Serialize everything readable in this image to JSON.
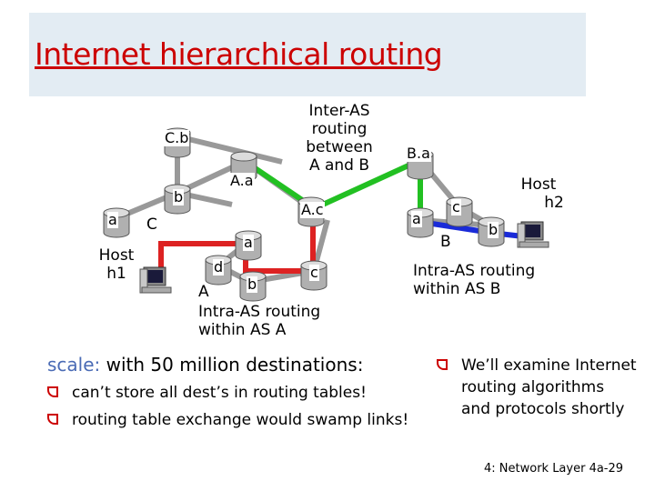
{
  "title": "Internet hierarchical routing",
  "routers": {
    "cb": "C.b",
    "aa": "A.a",
    "b": "b",
    "ac": "A.c",
    "a_left": "a",
    "a_as_a": "a",
    "d": "d",
    "b_as_a": "b",
    "c_as_a": "c",
    "ba": "B.a",
    "a_as_b": "a",
    "c_as_b": "c",
    "b_as_b": "b"
  },
  "labels": {
    "inter_as": [
      "Inter-AS",
      "routing",
      "between",
      "A and B"
    ],
    "as_c": "C",
    "host_h1": [
      "Host",
      "h1"
    ],
    "host_h2": [
      "Host",
      "h2"
    ],
    "as_a": "A",
    "intra_a": [
      "Intra-AS routing",
      "within AS A"
    ],
    "as_b": "B",
    "intra_b": [
      "Intra-AS routing",
      "within AS B"
    ]
  },
  "scale": {
    "key": "scale:",
    "text": " with 50 million destinations:",
    "bullets": [
      "can’t store all dest’s in routing tables!",
      "routing table exchange would swamp links!"
    ]
  },
  "right_bullets": [
    "We’ll examine Internet routing algorithms and protocols shortly"
  ],
  "footer": "4: Network Layer  4a-29",
  "colors": {
    "title": "#cc0000",
    "inter_path": "#22c022",
    "intra_a_path": "#dd2222",
    "intra_b_path": "#1a2bd8",
    "link_gray": "#999999",
    "scale_key": "#4a6bb5"
  },
  "icons": [
    "router-icon",
    "computer-icon"
  ]
}
